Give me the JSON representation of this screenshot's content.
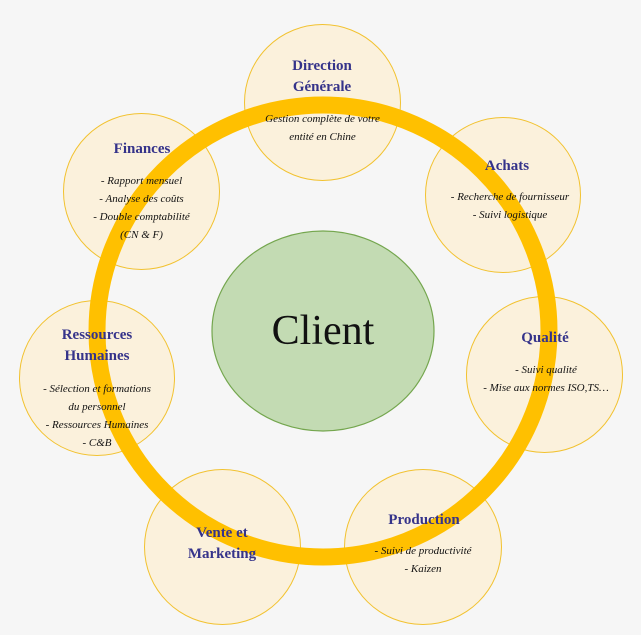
{
  "center": {
    "label": "Client",
    "fill": "#c3dbb3",
    "stroke": "#74a64e"
  },
  "ring_color": "#ffc000",
  "satellite_fill": "#fbf1dc",
  "satellite_stroke": "#f2c230",
  "title_color": "#35338a",
  "satellites": {
    "direction": {
      "title_line1": "Direction",
      "title_line2": "Générale",
      "item1": "Gestion complète de votre",
      "item2": "entité en Chine"
    },
    "achats": {
      "title": "Achats",
      "item1": "- Recherche de fournisseur",
      "item2": "- Suivi logistique"
    },
    "qualite": {
      "title": "Qualité",
      "item1": "- Suivi qualité",
      "item2": "- Mise aux normes ISO,TS…"
    },
    "production": {
      "title": "Production",
      "item1": "- Suivi de productivité",
      "item2": "- Kaizen"
    },
    "vente": {
      "title_line1": "Vente et",
      "title_line2": "Marketing"
    },
    "rh": {
      "title_line1": "Ressources",
      "title_line2": "Humaines",
      "item1": "- Sélection et formations",
      "item2": "du personnel",
      "item3": "- Ressources Humaines",
      "item4": "- C&B"
    },
    "finances": {
      "title": "Finances",
      "item1": "- Rapport mensuel",
      "item2": "- Analyse des coûts",
      "item3": "- Double comptabilité",
      "item4": "(CN & F)"
    }
  }
}
